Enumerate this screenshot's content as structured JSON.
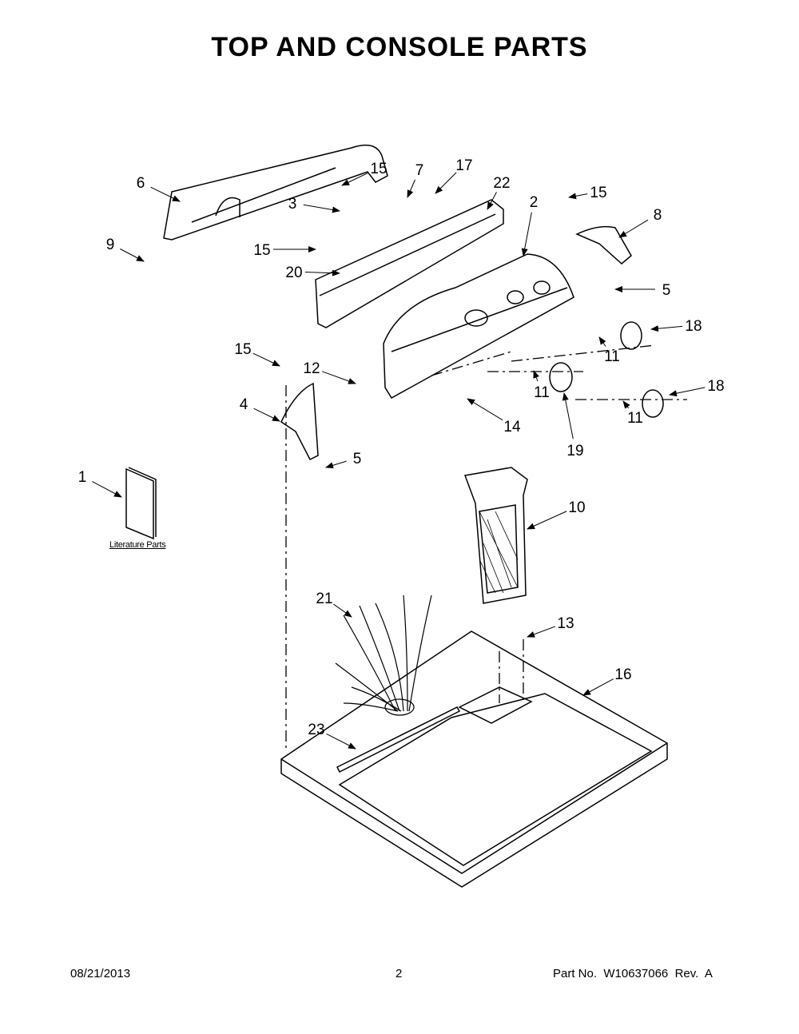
{
  "title": "TOP AND CONSOLE PARTS",
  "literature_label": "Literature Parts",
  "callouts": [
    "6",
    "9",
    "15",
    "7",
    "17",
    "22",
    "2",
    "15",
    "8",
    "3",
    "15",
    "20",
    "5",
    "18",
    "11",
    "15",
    "12",
    "18",
    "11",
    "11",
    "4",
    "14",
    "19",
    "5",
    "1",
    "10",
    "21",
    "13",
    "16",
    "23"
  ],
  "footer": {
    "date": "08/21/2013",
    "page": "2",
    "part_number": "Part No.  W10637066  Rev.  A"
  }
}
